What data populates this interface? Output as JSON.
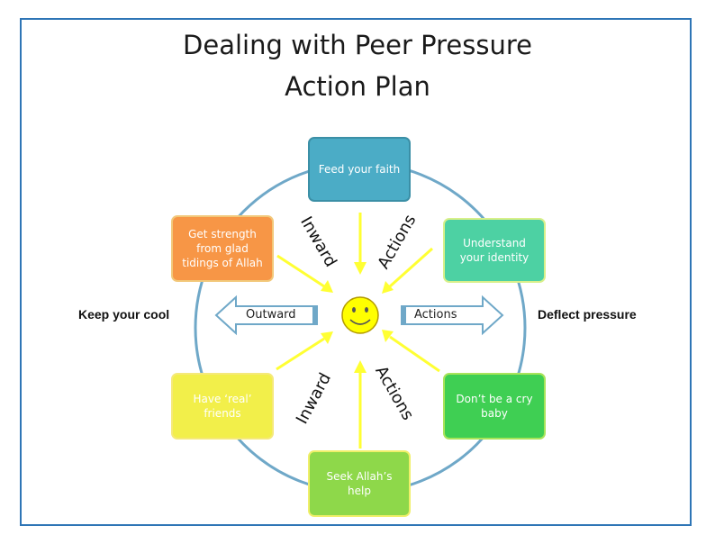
{
  "title": {
    "line1": "Dealing with Peer Pressure",
    "line2": "Action Plan"
  },
  "side_labels": {
    "left": "Keep your cool",
    "right": "Deflect pressure"
  },
  "nodes": {
    "top": {
      "text": "Feed your faith",
      "color": "#4bacc6"
    },
    "top_right": {
      "text": "Understand your identity",
      "color": "#4dd1a3"
    },
    "bottom_right": {
      "text": "Don’t be a cry baby",
      "color": "#3fcf53"
    },
    "bottom": {
      "text": "Seek Allah’s help",
      "color": "#8ed84a"
    },
    "bottom_left": {
      "text": "Have ‘real’ friends",
      "color": "#f2ef4a"
    },
    "top_left": {
      "text": "Get strength from glad tidings of Allah",
      "color": "#f79646"
    }
  },
  "rotated_labels": {
    "inward_top": "Inward",
    "actions_top": "Actions",
    "inward_bottom": "Inward",
    "actions_bottom": "Actions"
  },
  "block_arrows": {
    "left": "Outward",
    "right": "Actions"
  },
  "center_icon": "smiley-face-icon",
  "colors": {
    "frame": "#2e75b6",
    "circle": "#6fa8c8",
    "arrows": "#ffff33",
    "smiley": "#ffff00"
  }
}
